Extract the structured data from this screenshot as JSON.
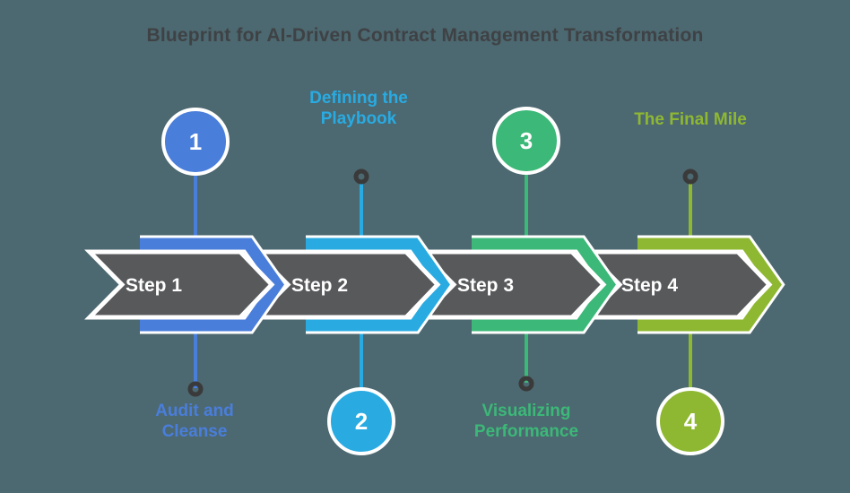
{
  "title": "Blueprint for AI-Driven Contract Management Transformation",
  "palette": {
    "background": "#4C6870",
    "arrow_gray": "#58595B",
    "outline_white": "#FFFFFF",
    "dot": "#3A3A3A",
    "title_color": "#3F4245",
    "step_text": "#FFFFFF"
  },
  "steps": [
    {
      "arrow_label": "Step 1",
      "number": "1",
      "color": "#4A7EDB",
      "label": "Audit and Cleanse",
      "circle_position": "top",
      "label_position": "bottom"
    },
    {
      "arrow_label": "Step 2",
      "number": "2",
      "color": "#29ABE2",
      "label": "Defining the Playbook",
      "circle_position": "bottom",
      "label_position": "top"
    },
    {
      "arrow_label": "Step 3",
      "number": "3",
      "color": "#3CB878",
      "label": "Visualizing Performance",
      "circle_position": "top",
      "label_position": "bottom"
    },
    {
      "arrow_label": "Step 4",
      "number": "4",
      "color": "#8FB832",
      "label": "The Final Mile",
      "circle_position": "bottom",
      "label_position": "top"
    }
  ]
}
